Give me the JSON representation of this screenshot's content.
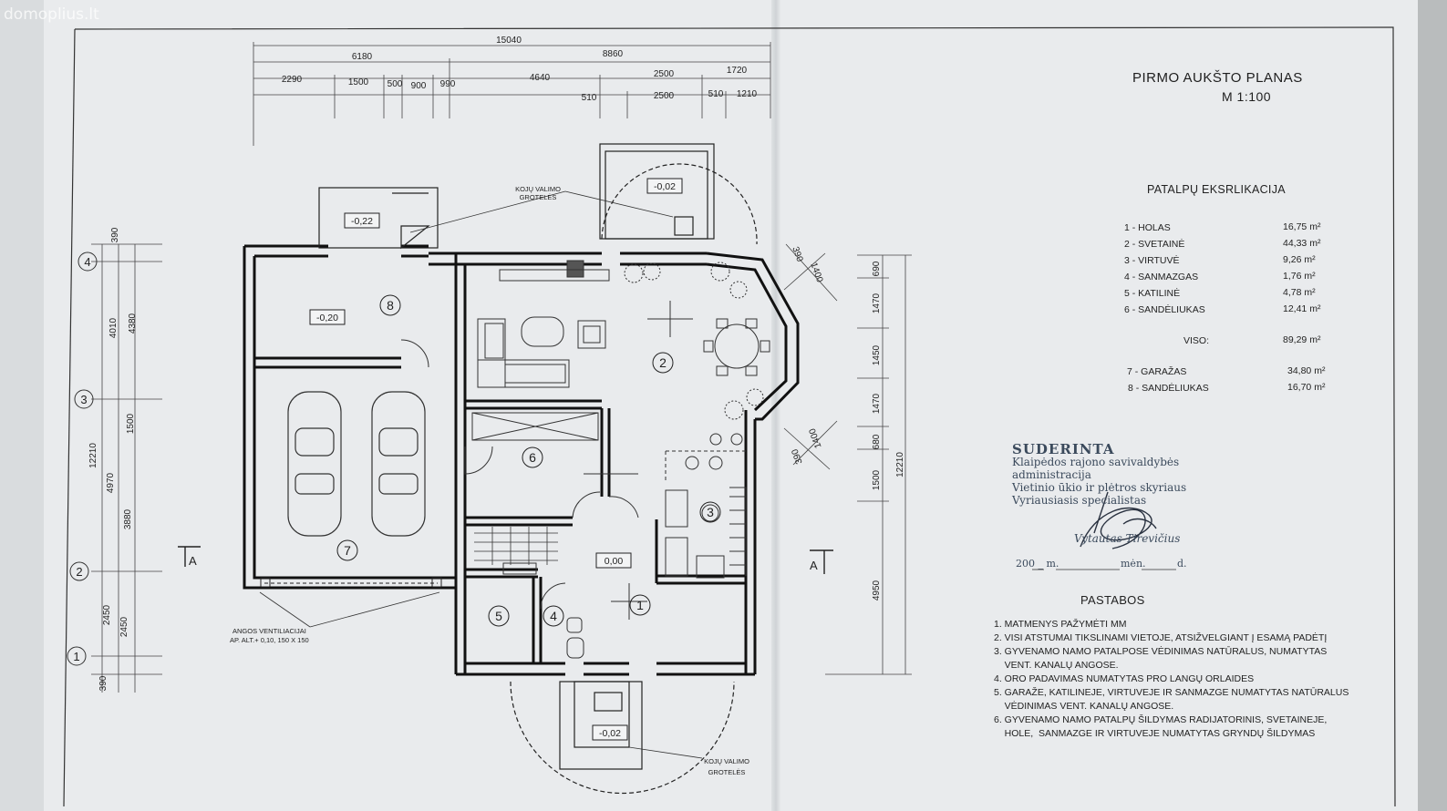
{
  "watermark": "domoplius.lt",
  "plan": {
    "title": "PIRMO AUKŠTO PLANAS",
    "scale": "M 1:100",
    "rooms_title": "PATALPŲ EKSRLIKACIJA",
    "rooms": [
      {
        "name": "1 - HOLAS",
        "area": "16,75 m²"
      },
      {
        "name": "2 - SVETAINĖ",
        "area": "44,33 m²"
      },
      {
        "name": "3 - VIRTUVĖ",
        "area": "9,26 m²"
      },
      {
        "name": "4 - SANMAZGAS",
        "area": "1,76 m²"
      },
      {
        "name": "5 - KATILINĖ",
        "area": "4,78 m²"
      },
      {
        "name": "6 - SANDĖLIUKAS",
        "area": "12,41 m²"
      }
    ],
    "total_label": "VISO:",
    "total_area": "89,29 m²",
    "extra_rooms": [
      {
        "name": "7 - GARAŽAS",
        "area": "34,80 m²"
      },
      {
        "name": "8 - SANDĖLIUKAS",
        "area": "16,70 m²"
      }
    ],
    "stamp": {
      "head": "SUDERINTA",
      "line1": "Klaipėdos rajono savivaldybės",
      "line2": "administracija",
      "line3": "Vietinio ūkio ir plėtros skyriaus",
      "line4": "Vyriausiasis specialistas",
      "name": "Vytautas Tirevičius",
      "date_year": "200 _ m.",
      "date_month": "mėn.",
      "date_day": "d."
    },
    "notes_title": "PASTABOS",
    "notes": [
      "1. MATMENYS PAŽYMĖTI MM",
      "2. VISI ATSTUMAI TIKSLINAMI VIETOJE, ATSIŽVELGIANT Į ESAMĄ PADĖTĮ",
      "3. GYVENAMO NAMO PATALPOSE VĖDINIMAS NATŪRALUS, NUMATYTAS",
      "    VENT. KANALŲ ANGOSE.",
      "4. ORO PADAVIMAS NUMATYTAS PRO LANGŲ ORLAIDES",
      "5. GARAŽE, KATILINEJE, VIRTUVEJE IR SANMAZGE NUMATYTAS NATŪRALUS",
      "    VĖDINIMAS VENT. KANALŲ ANGOSE.",
      "6. GYVENAMO NAMO PATALPŲ ŠILDYMAS RADIJATORINIS, SVETAINEJE,",
      "    HOLE,  SANMAZGE IR VIRTUVEJE NUMATYTAS GRYNDŲ ŠILDYMAS"
    ],
    "top_dims": {
      "overall": "15040",
      "row2": [
        "6180",
        "8860"
      ],
      "row3": [
        "2290",
        "1500",
        "500",
        "900",
        "990",
        "4640",
        "2500",
        "1720"
      ],
      "row4": [
        "510",
        "2500",
        "510",
        "1210"
      ]
    },
    "left_dims": {
      "outer": "12210",
      "row_a": [
        "390",
        "4010",
        "4970",
        "2450",
        "390"
      ],
      "row_b": [
        "4380",
        "1500",
        "3880",
        "2450"
      ]
    },
    "right_dims": {
      "outer": "12210",
      "segments": [
        "690",
        "1470",
        "1450",
        "1470",
        "680",
        "1500",
        "4950"
      ],
      "bay": [
        "390",
        "1400",
        "1400",
        "390"
      ]
    },
    "axes": [
      "4",
      "3",
      "2",
      "1"
    ],
    "section_mark": "A",
    "levels": [
      "-0,22",
      "-0,02",
      "-0,20",
      "0,00",
      "-0,02"
    ],
    "room_numbers": [
      "8",
      "2",
      "6",
      "3",
      "7",
      "1",
      "5",
      "4"
    ],
    "labels": {
      "grate_top": [
        "KOJŲ VALIMO",
        "GROTELĖS"
      ],
      "grate_bottom": [
        "KOJŲ VALIMO",
        "GROTELĖS"
      ],
      "vent": [
        "ANGOS VENTILIACIJAI",
        "AP. ALT.+ 0,10, 150 X 150"
      ]
    }
  }
}
